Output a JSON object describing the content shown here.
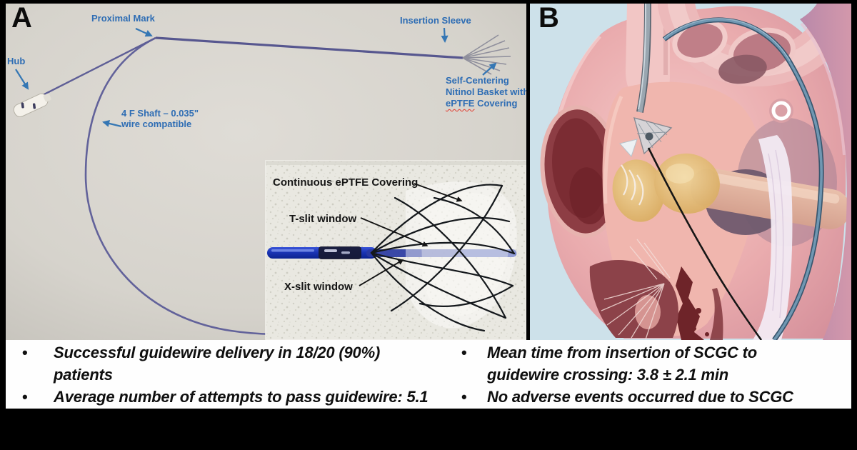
{
  "figure": {
    "panel_a": {
      "label": "A",
      "annotations": {
        "hub": "Hub",
        "proximal_mark": "Proximal Mark",
        "insertion_sleeve": "Insertion Sleeve",
        "shaft_line1": "4 F Shaft – 0.035\"",
        "shaft_line2": "wire compatible",
        "basket_line1": "Self-Centering",
        "basket_line2": "Nitinol Basket with",
        "basket_word_eptfe": "ePTFE",
        "basket_word_covering": " Covering"
      },
      "inset": {
        "covering": "Continuous ePTFE Covering",
        "t_slit": "T-slit window",
        "x_slit": "X-slit window"
      }
    },
    "panel_b": {
      "label": "B"
    },
    "stats": {
      "bullet": "•",
      "left": [
        {
          "line1": "Successful guidewire  delivery in 18/20 (90%)",
          "line2": "patients"
        },
        {
          "line1": "Average number of attempts to pass guidewire: 5.1",
          "line2": ""
        }
      ],
      "right": [
        {
          "line1": "Mean time from insertion of SCGC to",
          "line2": "guidewire crossing: 3.8 ± 2.1 min"
        },
        {
          "line1": "No adverse events occurred due to SCGC",
          "line2": ""
        }
      ]
    },
    "colors": {
      "annotation_blue": "#2e6db4",
      "spellcheck_red": "#e23b2e",
      "panel_a_bg": "#d7d4cd",
      "panel_b_bg": "#cde1ea",
      "catheter_wire": "#5d5d95"
    }
  }
}
